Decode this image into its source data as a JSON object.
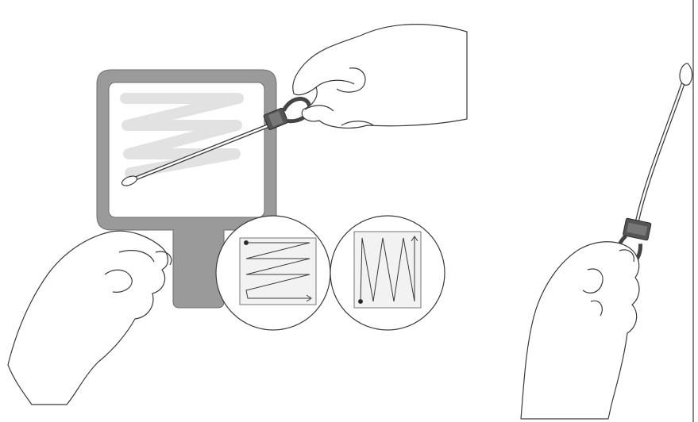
{
  "figure": {
    "panels": [
      {
        "id": "swabbing-surface-panel",
        "description_icons": [
          "swab-icon",
          "hand-icon",
          "contact-plate-icon"
        ]
      },
      {
        "id": "swab-handling-panel",
        "description_icons": [
          "swab-icon",
          "hand-icon"
        ]
      }
    ],
    "insets": [
      {
        "id": "horizontal-zigzag-pattern",
        "icon": "horizontal-zigzag-icon"
      },
      {
        "id": "vertical-zigzag-pattern",
        "icon": "vertical-zigzag-icon"
      }
    ],
    "colors": {
      "outline": "#3a3a3a",
      "frame": "#9a9a9a",
      "frame_inner": "#ffffff",
      "stroke_hint": "#e2e2e2",
      "swab_cap": "#555555",
      "pattern_box": "#f2f2f2"
    }
  }
}
